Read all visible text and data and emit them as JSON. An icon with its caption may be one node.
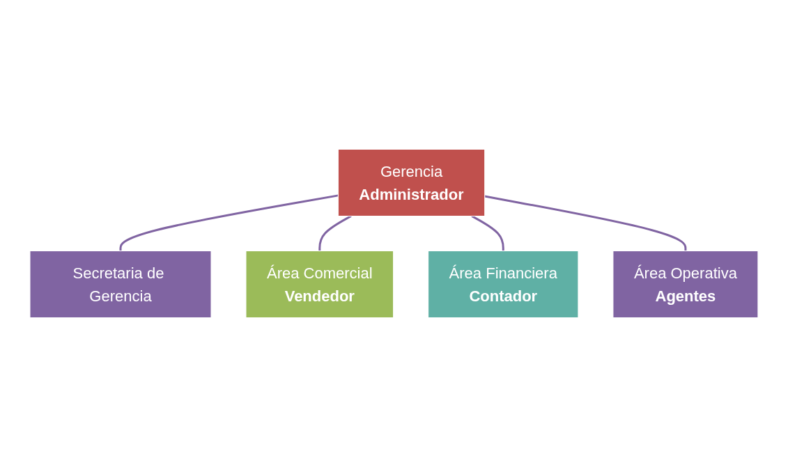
{
  "diagram": {
    "nodes": [
      {
        "text": [
          "Gerencia",
          "Administrador"
        ]
      },
      {
        "text": [
          "Secretaria de Gerencia"
        ]
      },
      {
        "text": [
          "Área Comercial",
          "Vendedor"
        ]
      },
      {
        "text": [
          "Área Financiera",
          "Contador"
        ]
      },
      {
        "text": [
          "Área Operativa",
          "Agentes"
        ]
      }
    ],
    "edges": [
      {
        "from": 0,
        "to": 1,
        "arrow": "none"
      },
      {
        "from": 0,
        "to": 2,
        "arrow": "none"
      },
      {
        "from": 0,
        "to": 3,
        "arrow": "none"
      },
      {
        "from": 0,
        "to": 4,
        "arrow": "none"
      }
    ]
  }
}
